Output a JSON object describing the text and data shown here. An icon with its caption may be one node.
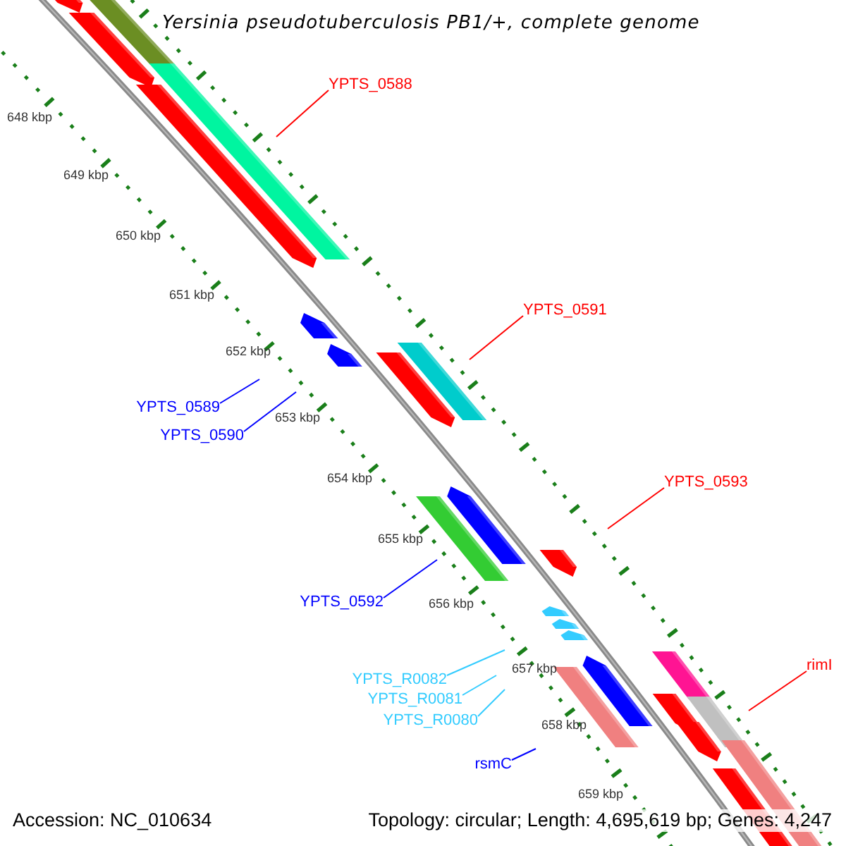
{
  "diagram": {
    "title": "Yersinia pseudotuberculosis PB1/+, complete genome",
    "nodes": [
      {
        "text": [
          "YPTS_0588"
        ]
      },
      {
        "text": [
          "YPTS_0591"
        ]
      },
      {
        "text": [
          "YPTS_0589"
        ]
      },
      {
        "text": [
          "YPTS_0590"
        ]
      },
      {
        "text": [
          "YPTS_0593"
        ]
      },
      {
        "text": [
          "YPTS_0592"
        ]
      },
      {
        "text": [
          "rimI"
        ]
      },
      {
        "text": [
          "YPTS_R0082"
        ]
      },
      {
        "text": [
          "YPTS_R0081"
        ]
      },
      {
        "text": [
          "YPTS_R0080"
        ]
      },
      {
        "text": [
          "rsmC"
        ]
      }
    ],
    "edges": [
      {
        "from": 0,
        "to": null,
        "arrow": "none",
        "color": "#ff0000"
      },
      {
        "from": 1,
        "to": null,
        "arrow": "none",
        "color": "#ff0000"
      },
      {
        "from": 2,
        "to": null,
        "arrow": "none",
        "color": "#0000ff"
      },
      {
        "from": 3,
        "to": null,
        "arrow": "none",
        "color": "#0000ff"
      },
      {
        "from": 4,
        "to": null,
        "arrow": "none",
        "color": "#ff0000"
      },
      {
        "from": 5,
        "to": null,
        "arrow": "none",
        "color": "#0000ff"
      },
      {
        "from": 6,
        "to": null,
        "arrow": "none",
        "color": "#ff0000"
      },
      {
        "from": 7,
        "to": null,
        "arrow": "none",
        "color": "#33ccff"
      },
      {
        "from": 8,
        "to": null,
        "arrow": "none",
        "color": "#33ccff"
      },
      {
        "from": 9,
        "to": null,
        "arrow": "none",
        "color": "#33ccff"
      },
      {
        "from": 10,
        "to": null,
        "arrow": "none",
        "color": "#0000ff"
      }
    ],
    "labels": [
      "648 kbp",
      "649 kbp",
      "650 kbp",
      "651 kbp",
      "652 kbp",
      "653 kbp",
      "654 kbp",
      "655 kbp",
      "656 kbp",
      "657 kbp",
      "658 kbp",
      "659 kbp",
      "Accession: NC_010634",
      "Topology: circular; Length: 4,695,619 bp; Genes: 4,247"
    ]
  }
}
